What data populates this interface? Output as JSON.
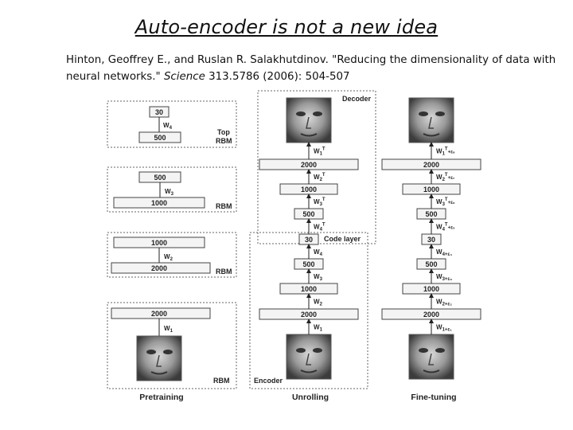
{
  "slide": {
    "title": "Auto-encoder is not a new idea",
    "citation": {
      "authors": "Hinton, Geoffrey E., and Ruslan R. Salakhutdinov.",
      "paper_title": "\"Reducing the dimensionality of data with neural networks.\"",
      "journal": "Science",
      "details": "313.5786 (2006): 504-507"
    }
  },
  "figure": {
    "pretraining": {
      "caption": "Pretraining",
      "rbm_top": {
        "upper": "30",
        "weight": "W",
        "weight_sub": "4",
        "lower": "500",
        "label_line1": "Top",
        "label_line2": "RBM"
      },
      "rbm_3": {
        "upper": "500",
        "weight": "W",
        "weight_sub": "3",
        "lower": "1000",
        "label": "RBM"
      },
      "rbm_2": {
        "upper": "1000",
        "weight": "W",
        "weight_sub": "2",
        "lower": "2000",
        "label": "RBM"
      },
      "rbm_1": {
        "upper": "2000",
        "weight": "W",
        "weight_sub": "1",
        "label": "RBM"
      }
    },
    "unrolling": {
      "caption": "Unrolling",
      "decoder_label": "Decoder",
      "encoder_label": "Encoder",
      "code_layer_label": "Code layer",
      "layers": [
        "2000",
        "1000",
        "500",
        "30",
        "500",
        "1000",
        "2000"
      ],
      "weights": [
        "1",
        "2",
        "3",
        "4",
        "4",
        "3",
        "2",
        "1"
      ]
    },
    "finetuning": {
      "caption": "Fine-tuning",
      "layers": [
        "2000",
        "1000",
        "500",
        "30",
        "500",
        "1000",
        "2000"
      ],
      "weights": [
        {
          "sub": "1",
          "plus": "+ε₈"
        },
        {
          "sub": "2",
          "plus": "+ε₇"
        },
        {
          "sub": "3",
          "plus": "+ε₆"
        },
        {
          "sub": "4",
          "plus": "+ε₅"
        },
        {
          "sub": "4",
          "plus": "+ε₄"
        },
        {
          "sub": "3",
          "plus": "+ε₃"
        },
        {
          "sub": "2",
          "plus": "+ε₂"
        },
        {
          "sub": "1",
          "plus": "+ε₁"
        }
      ]
    },
    "colors": {
      "face_dark": "#3a3a3a",
      "face_mid": "#8a8a8a",
      "face_light": "#c8c8c8",
      "box_fill": "#f4f4f4",
      "border": "#444444"
    }
  }
}
